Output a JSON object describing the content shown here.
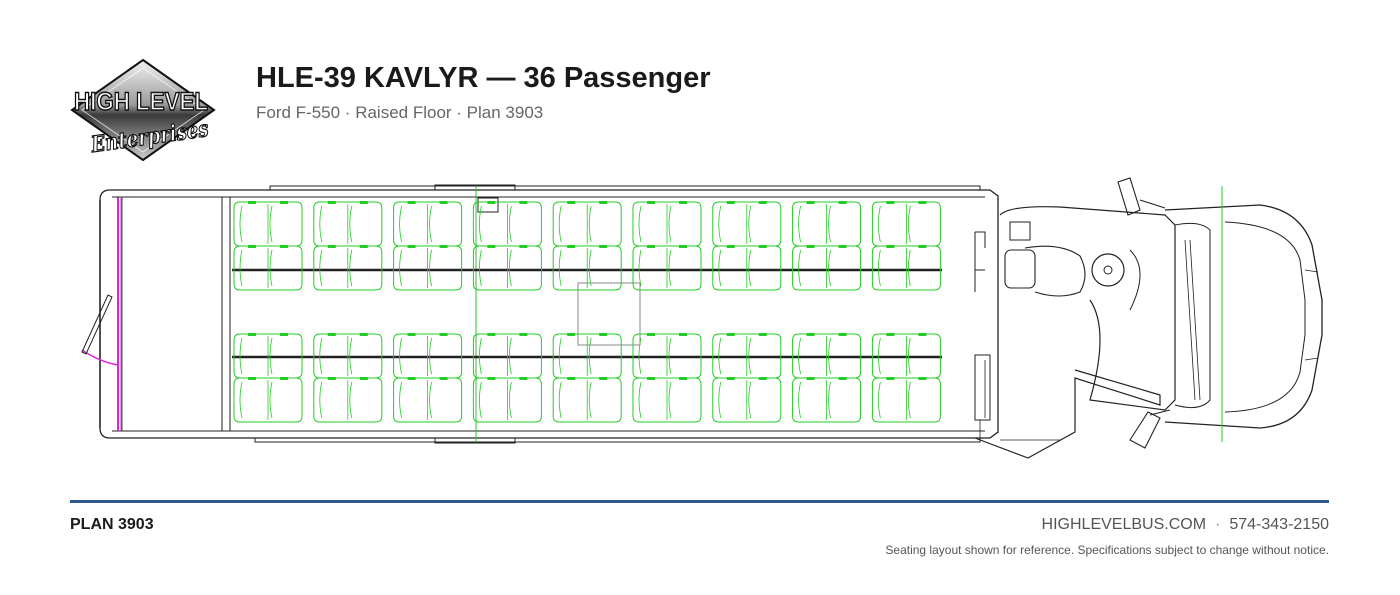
{
  "brand": {
    "logo_line1": "HIGH LEVEL",
    "logo_line2": "Enterprises"
  },
  "header": {
    "title": "HLE-39 KAVLYR — 36 Passenger",
    "subtitle": "Ford F-550 · Raised Floor · Plan 3903"
  },
  "diagram": {
    "seat_rows_per_side": 9,
    "seats_per_row": 2,
    "seat_color": "#22cc22",
    "rear_door_color": "#dd22dd",
    "outline_color": "#222222"
  },
  "footer": {
    "plan_label": "PLAN 3903",
    "website": "HIGHLEVELBUS.COM",
    "separator": "·",
    "phone": "574-343-2150",
    "disclaimer": "Seating layout shown for reference. Specifications subject to change without notice."
  },
  "colors": {
    "accent_rule": "#2d5a8e"
  }
}
